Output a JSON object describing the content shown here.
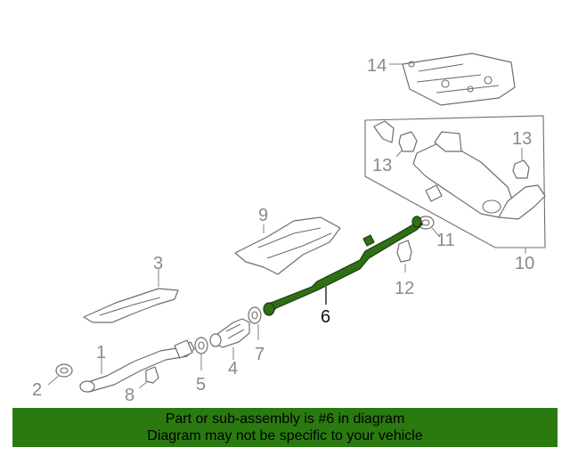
{
  "colors": {
    "highlight_part": "#2f6f16",
    "banner_bg": "#2b7a10",
    "line": "#6e6e6e",
    "label": "#8a8a8a"
  },
  "callouts": {
    "c1": "1",
    "c2": "2",
    "c3": "3",
    "c4": "4",
    "c5": "5",
    "c6": "6",
    "c7": "7",
    "c8": "8",
    "c9": "9",
    "c10": "10",
    "c11": "11",
    "c12": "12",
    "c13a": "13",
    "c13b": "13",
    "c14": "14"
  },
  "banner": {
    "line1": "Part or sub-assembly is #6 in diagram",
    "line2": "Diagram may not be specific to your vehicle"
  }
}
